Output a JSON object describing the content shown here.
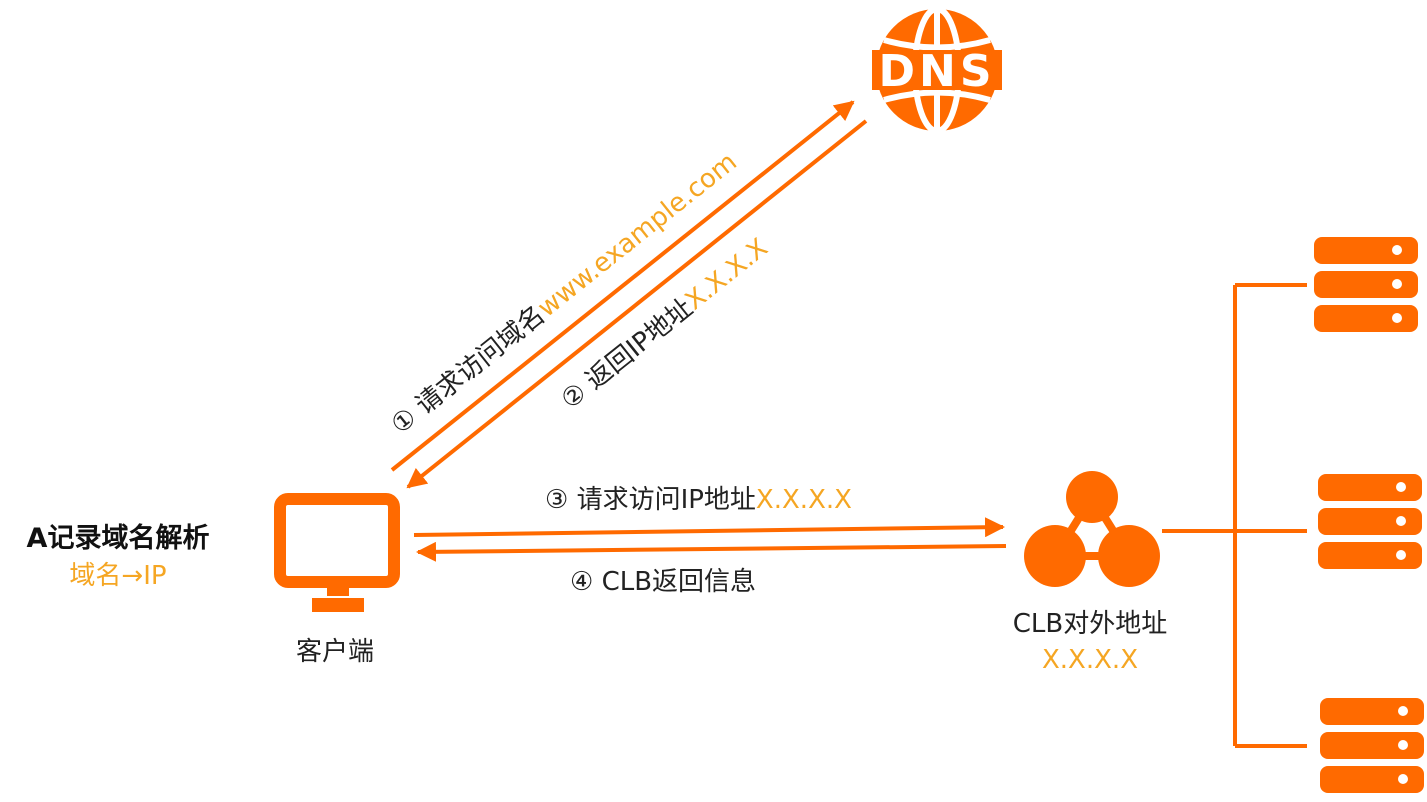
{
  "legend": {
    "title": "A记录域名解析",
    "subtitle": "域名→IP"
  },
  "nodes": {
    "client_label": "客户端",
    "clb_label": "CLB对外地址",
    "clb_ip": "X.X.X.X",
    "dns_icon_text": "DNS"
  },
  "steps": {
    "step1_prefix": "① 请求访问域名",
    "step1_highlight": "www.example.com",
    "step2_prefix": "② 返回IP地址",
    "step2_highlight": "X.X.X.X",
    "step3_prefix": "③ 请求访问IP地址",
    "step3_highlight": "X.X.X.X",
    "step4_label": "④ CLB返回信息"
  },
  "colors": {
    "accent": "#ff6a00",
    "highlight": "#f5a623",
    "text": "#222222"
  },
  "icons": [
    "dns-globe-icon",
    "monitor-icon",
    "clb-network-icon",
    "server-icon"
  ]
}
